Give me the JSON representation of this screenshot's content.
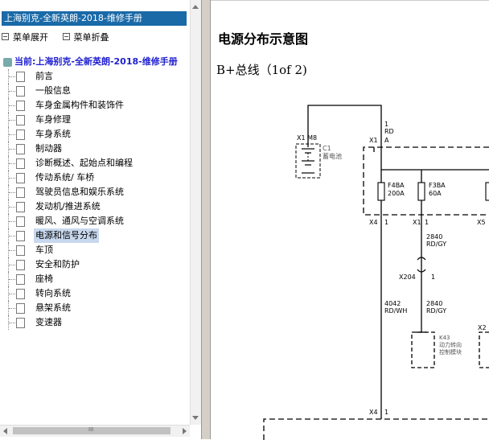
{
  "sidebar": {
    "title": "上海别克-全新英朗-2018-维修手册",
    "expand_label": "菜单展开",
    "collapse_label": "菜单折叠",
    "root_label": "当前:上海别克-全新英朗-2018-维修手册",
    "items": [
      {
        "label": "前言"
      },
      {
        "label": "一般信息"
      },
      {
        "label": "车身金属构件和装饰件"
      },
      {
        "label": "车身修理"
      },
      {
        "label": "车身系统"
      },
      {
        "label": "制动器"
      },
      {
        "label": "诊断概述、起始点和编程"
      },
      {
        "label": "传动系统/ 车桥"
      },
      {
        "label": "驾驶员信息和娱乐系统"
      },
      {
        "label": "发动机/推进系统"
      },
      {
        "label": "暖风、通风与空调系统"
      },
      {
        "label": "电源和信号分布",
        "selected": true
      },
      {
        "label": "车顶"
      },
      {
        "label": "安全和防护"
      },
      {
        "label": "座椅"
      },
      {
        "label": "转向系统"
      },
      {
        "label": "悬架系统"
      },
      {
        "label": "变速器"
      }
    ],
    "hscroll_grip": "III"
  },
  "content": {
    "heading": "电源分布示意图",
    "subheading": "B+总线（1of 2)"
  },
  "diagram": {
    "labels": {
      "x1_m8": "X1  M8",
      "c1": "C1",
      "battery": "蓄电池",
      "pin1_rd": "1",
      "rd": "RD",
      "x1_a": "X1",
      "a": "A",
      "f4ba": "F4BA",
      "f4ba_amp": "200A",
      "f3ba": "F3BA",
      "f3ba_amp": "60A",
      "x4": "X4",
      "x4_pin": "1",
      "x1b": "X1",
      "x1b_pin": "1",
      "x5": "X5",
      "w2840_top": "2840",
      "w2840_top_c": "RD/GY",
      "x204": "X204",
      "x204_pin": "1",
      "w4042": "4042",
      "w4042_c": "RD/WH",
      "w2840_bot": "2840",
      "w2840_bot_c": "RD/GY",
      "k43": "K43",
      "k43_desc1": "动力转向",
      "k43_desc2": "控制模块",
      "x2": "X2",
      "x4_bottom": "X4",
      "x4_bottom_pin": "1"
    }
  }
}
